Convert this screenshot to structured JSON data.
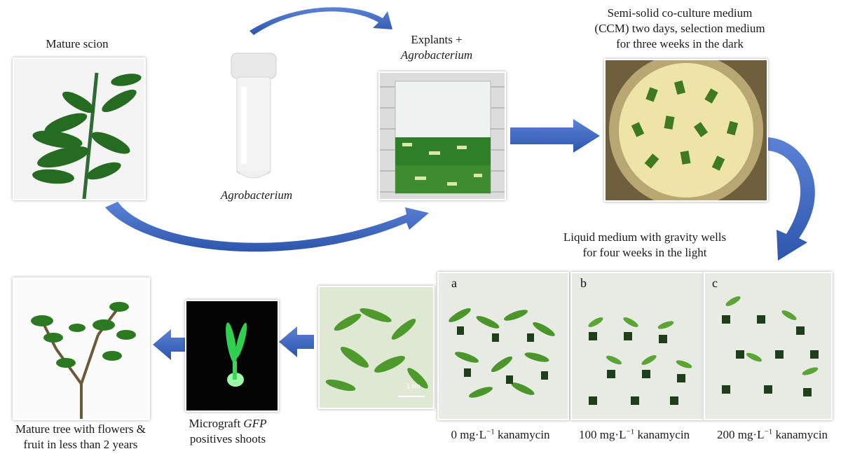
{
  "colors": {
    "arrow": "#3f67c0",
    "arrow_dark": "#2b4f9e",
    "leaf": "#2f7a2a",
    "gfp": "#32e05a"
  },
  "labels": {
    "mature_scion": "Mature scion",
    "agrobacterium_tube": "Agrobacterium",
    "explants_line1": "Explants +",
    "explants_line2": "Agrobacterium",
    "ccm_line1": "Semi-solid co-culture medium",
    "ccm_line2": "(CCM) two days, selection medium",
    "ccm_line3": "for three weeks in the dark",
    "liquid_line1": "Liquid medium with gravity wells",
    "liquid_line2": "for four weeks in the light",
    "mature_tree_line1": "Mature tree with flowers &",
    "mature_tree_line2": "fruit in less than 2 years",
    "micrograft_line1_a": "Micrograft ",
    "micrograft_line1_b": "GFP",
    "micrograft_line2": "positives shoots",
    "kan_a_pre": "0 mg·L",
    "kan_b_pre": "100 mg·L",
    "kan_c_pre": "200 mg·L",
    "kan_exp": "−1",
    "kan_post": " kanamycin",
    "panel_a": "a",
    "panel_b": "b",
    "panel_c": "c",
    "scale_bar": "1 cm"
  }
}
